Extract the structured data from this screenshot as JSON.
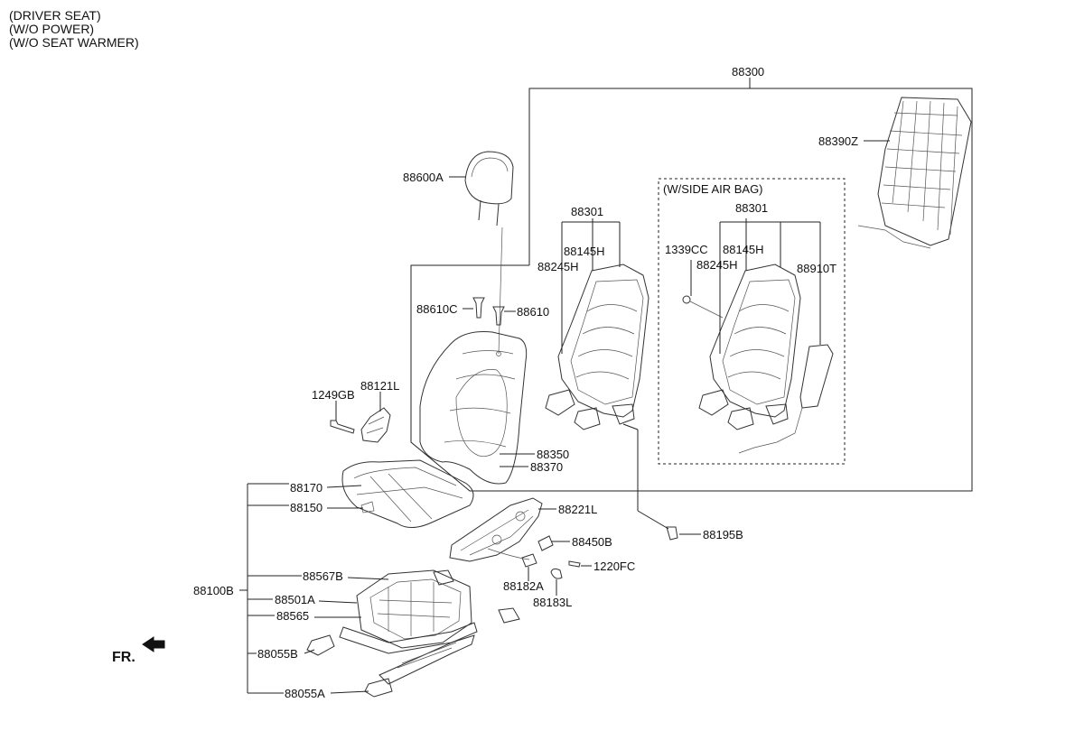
{
  "header": {
    "line1": "(DRIVER SEAT)",
    "line2": "(W/O POWER)",
    "line3": "(W/O SEAT WARMER)"
  },
  "box_labels": {
    "side_airbag": "(W/SIDE AIR BAG)"
  },
  "front_marker": "FR.",
  "parts": {
    "p88300": "88300",
    "p88390Z": "88390Z",
    "p88600A": "88600A",
    "p88301_a": "88301",
    "p88145H_a": "88145H",
    "p88245H_a": "88245H",
    "p88301_b": "88301",
    "p1339CC": "1339CC",
    "p88145H_b": "88145H",
    "p88245H_b": "88245H",
    "p88910T": "88910T",
    "p88610C": "88610C",
    "p88610": "88610",
    "p1249GB": "1249GB",
    "p88121L": "88121L",
    "p88350": "88350",
    "p88370": "88370",
    "p88170": "88170",
    "p88150": "88150",
    "p88221L": "88221L",
    "p88450B": "88450B",
    "p88195B": "88195B",
    "p1220FC": "1220FC",
    "p88182A": "88182A",
    "p88183L": "88183L",
    "p88567B": "88567B",
    "p88100B": "88100B",
    "p88501A": "88501A",
    "p88565": "88565",
    "p88055B": "88055B",
    "p88055A": "88055A"
  }
}
